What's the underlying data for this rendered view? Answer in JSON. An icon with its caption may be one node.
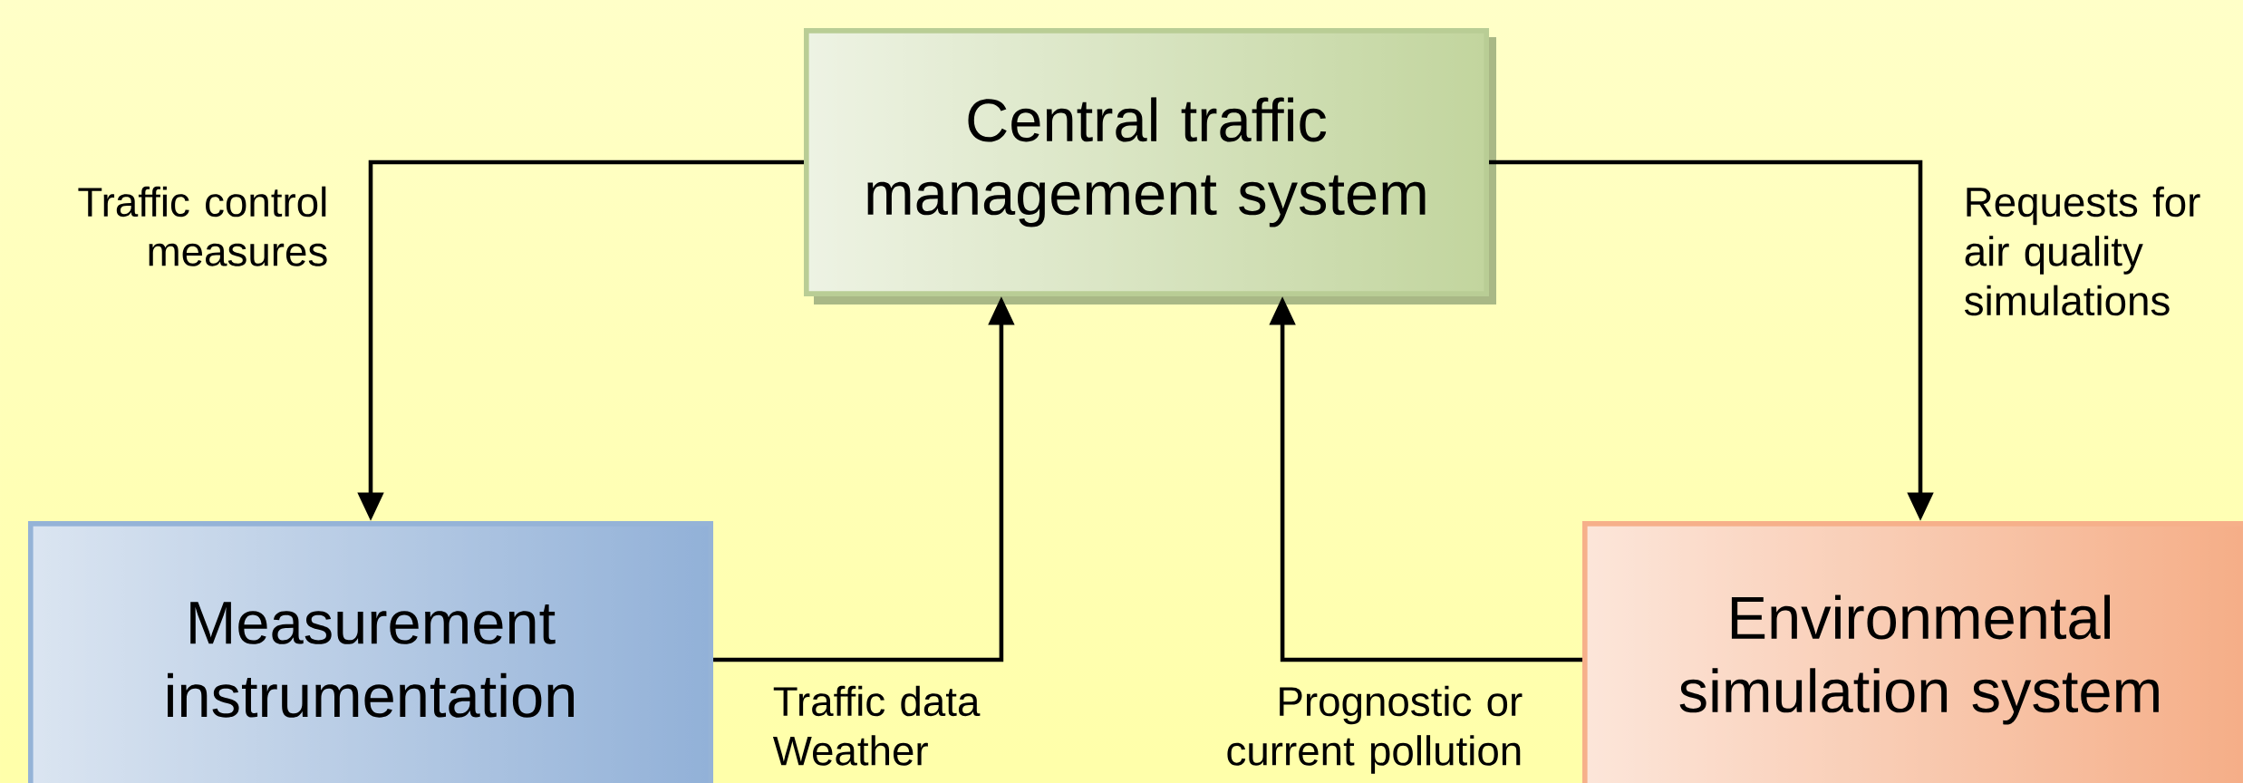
{
  "diagram": {
    "nodes": [
      {
        "text": [
          "Central traffic management system"
        ]
      },
      {
        "text": [
          "Measurement instrumentation"
        ]
      },
      {
        "text": [
          "Environmental simulation system"
        ]
      }
    ],
    "edges": [
      {
        "from": 0,
        "to": 1,
        "arrow": "to",
        "label": "Traffic control measures"
      },
      {
        "from": 1,
        "to": 0,
        "arrow": "to",
        "label": "Traffic data Weather"
      },
      {
        "from": 0,
        "to": 2,
        "arrow": "to",
        "label": "Requests for air quality simulations"
      },
      {
        "from": 2,
        "to": 0,
        "arrow": "to",
        "label": "Prognostic or current pollution"
      }
    ]
  }
}
